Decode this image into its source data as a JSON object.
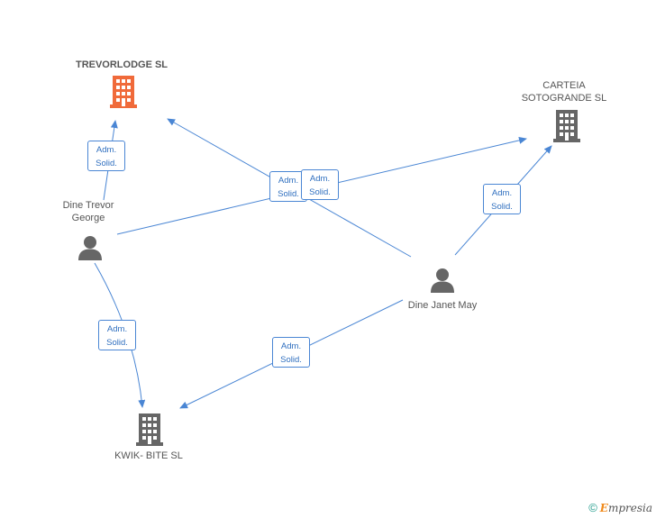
{
  "nodes": {
    "trevorlodge": {
      "name": "TREVORLODGE SL",
      "kind": "company",
      "highlight": true
    },
    "carteia": {
      "name_line1": "CARTEIA",
      "name_line2": "SOTOGRANDE SL",
      "kind": "company"
    },
    "kwik": {
      "name": "KWIK- BITE SL",
      "kind": "company"
    },
    "dine_trevor": {
      "name_line1": "Dine Trevor",
      "name_line2": "George",
      "kind": "person"
    },
    "dine_janet": {
      "name": "Dine Janet May",
      "kind": "person"
    }
  },
  "edges": [
    {
      "id": "e1",
      "line1": "Adm.",
      "line2": "Solid."
    },
    {
      "id": "e2",
      "line1": "Adm.",
      "line2": "Solid."
    },
    {
      "id": "e3",
      "line1": "Adm.",
      "line2": "Solid."
    },
    {
      "id": "e4",
      "line1": "Adm.",
      "line2": "Solid."
    },
    {
      "id": "e5",
      "line1": "Adm.",
      "line2": "Solid."
    },
    {
      "id": "e6",
      "line1": "Adm.",
      "line2": "Solid."
    }
  ],
  "colors": {
    "edge": "#4a86d4",
    "highlight": "#f06a3a",
    "icon": "#666666"
  },
  "footer": {
    "copyright": "©",
    "brand_first": "E",
    "brand_rest": "mpresia"
  }
}
